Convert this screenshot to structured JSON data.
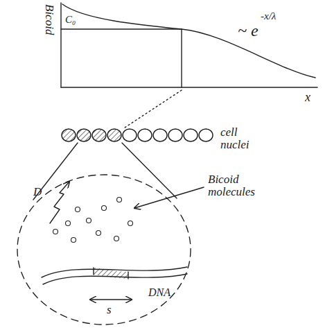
{
  "diagram": {
    "labels": [
      "Bicoid",
      "C₀",
      "~ e",
      "-x/λ",
      "x",
      "cell nuclei",
      "Bicoid molecules",
      "D",
      "DNA",
      "s"
    ]
  }
}
